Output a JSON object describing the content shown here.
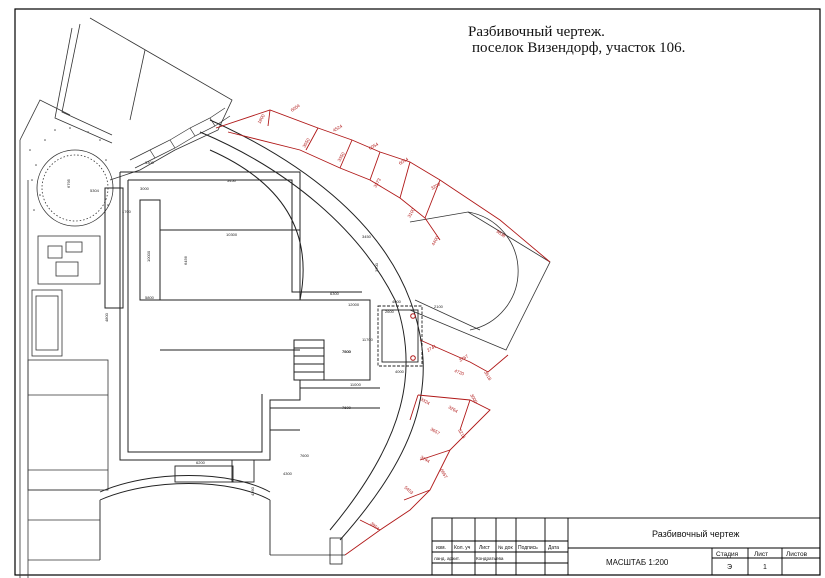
{
  "title": {
    "line1": "Разбивочный чертеж.",
    "line2": "поселок Визендорф, участок 106."
  },
  "title_block": {
    "headers": [
      "изм.",
      "Кол. уч",
      "Лист",
      "№ док",
      "Подпись",
      "Дата"
    ],
    "row_roles": [
      {
        "role": "ланд. архит.",
        "name": "Кондратьева"
      }
    ],
    "drawing_name": "Разбивочный чертеж",
    "scale": "МАСШТАБ 1:200",
    "stage_label": "Стадия",
    "sheet_label": "Лист",
    "sheets_label": "Листов",
    "stage_value": "Э",
    "sheet_value": "1",
    "sheets_value": ""
  },
  "dimensions_black": [
    "10300",
    "6300",
    "12000",
    "7600",
    "11000",
    "7600",
    "7600",
    "6200",
    "4300",
    "5304",
    "6795",
    "1700",
    "3300",
    "6456",
    "10000",
    "5800",
    "4800",
    "2600",
    "4000",
    "4000",
    "7500",
    "11700",
    "3700",
    "3450",
    "5450",
    "3000",
    "2100",
    "4360"
  ],
  "dimensions_red": [
    "6054",
    "4524",
    "6054",
    "6054",
    "3050",
    "3350",
    "3373",
    "3100",
    "1800",
    "3200",
    "4400",
    "9838",
    "2741",
    "3767",
    "4720",
    "3618",
    "3324",
    "3264",
    "3000",
    "3657",
    "3218",
    "3244",
    "6657",
    "5453",
    "3954"
  ],
  "colors": {
    "linework": "#222222",
    "dimension_red": "#b01818",
    "frame": "#000000"
  }
}
